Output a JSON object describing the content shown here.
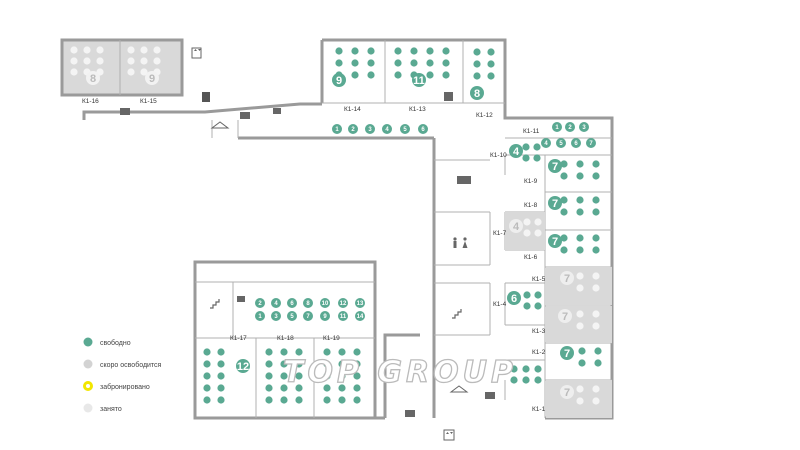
{
  "colors": {
    "free": "#5aa992",
    "soon": "#d3d3d3",
    "reserved": "#f2e600",
    "occupied": "#e8e8e8",
    "wall": "#9a9a9a",
    "occupied_room": "#d9d9d9"
  },
  "legend": [
    {
      "key": "free",
      "label": "свободно"
    },
    {
      "key": "soon",
      "label": "скоро освободится"
    },
    {
      "key": "reserved",
      "label": "забронировано"
    },
    {
      "key": "occupied",
      "label": "занято"
    }
  ],
  "rooms": {
    "k1_16": {
      "label": "К1-16",
      "big": "8"
    },
    "k1_15": {
      "label": "К1-15",
      "big": "9"
    },
    "k1_14": {
      "label": "К1-14",
      "big": "9"
    },
    "k1_13": {
      "label": "К1-13",
      "big": "11"
    },
    "k1_12": {
      "label": "К1-12",
      "big": "8"
    },
    "k1_11": {
      "label": "К1-11"
    },
    "k1_10": {
      "label": "К1-10",
      "big": "4"
    },
    "k1_9": {
      "label": "К1-9",
      "big": "7"
    },
    "k1_8": {
      "label": "К1-8",
      "big": "7"
    },
    "k1_7": {
      "label": "К1-7",
      "big": "4"
    },
    "k1_6": {
      "label": "К1-6",
      "big": "7"
    },
    "k1_5": {
      "label": "К1-5",
      "big": "7"
    },
    "k1_4": {
      "label": "К1-4",
      "big": "6"
    },
    "k1_3": {
      "label": "К1-3",
      "big": "7"
    },
    "k1_2": {
      "label": "К1-2",
      "big": "7"
    },
    "k1_1": {
      "label": "К1-1",
      "big": "7"
    },
    "k1_17": {
      "label": "К1-17",
      "big": "12"
    },
    "k1_18": {
      "label": "К1-18"
    },
    "k1_19": {
      "label": "К1-19"
    }
  },
  "row_top_nums": [
    "1",
    "2",
    "3",
    "4",
    "5",
    "6"
  ],
  "k1_11_top": [
    "1",
    "2",
    "3"
  ],
  "k1_11_bottom": [
    "4",
    "5",
    "6",
    "7"
  ],
  "lower_top_nums": [
    "2",
    "4",
    "6",
    "8",
    "10",
    "12",
    "13"
  ],
  "lower_bottom_nums": [
    "1",
    "3",
    "5",
    "7",
    "9",
    "11",
    "14"
  ],
  "watermark": "TOP GROUP"
}
